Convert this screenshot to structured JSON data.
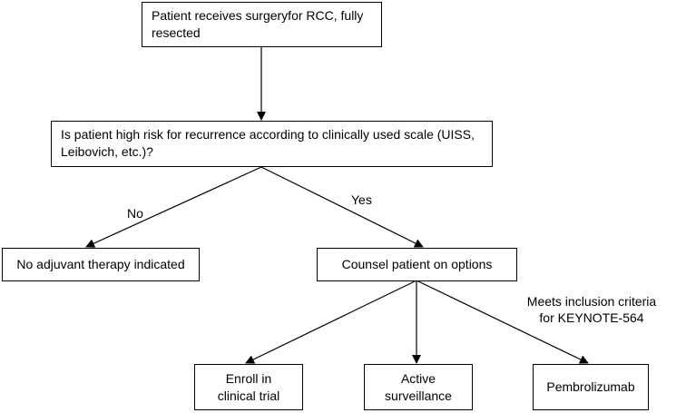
{
  "nodes": {
    "surgery": "Patient receives surgeryfor RCC, fully resected",
    "high_risk": "Is patient high risk for recurrence according to clinically used scale (UISS, Leibovich, etc.)?",
    "no_adjuvant": "No adjuvant therapy indicated",
    "counsel": "Counsel patient on options",
    "clinical_trial": "Enroll in clinical trial",
    "surveillance": "Active surveillance",
    "pembrolizumab": "Pembrolizumab"
  },
  "edge_labels": {
    "no": "No",
    "yes": "Yes",
    "keynote": "Meets inclusion criteria for KEYNOTE-564"
  }
}
